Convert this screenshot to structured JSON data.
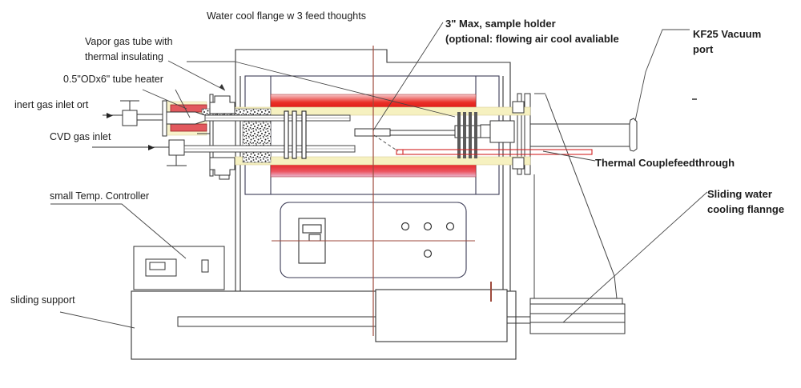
{
  "labels": {
    "water_cool_flange": "Water cool flange w 3 feed thoughts",
    "vapor_gas_tube": "Vapor gas tube with\nthermal insulating",
    "tube_heater": "0.5\"ODx6\" tube heater",
    "inert_gas_inlet": "inert gas inlet ort",
    "cvd_gas_inlet": "CVD gas inlet",
    "temp_controller": "small Temp. Controller",
    "sliding_support": "sliding support",
    "sample_holder": "3\" Max, sample holder\n(optional: flowing air cool avaliable",
    "kf25_port": "KF25 Vacuum\nport",
    "thermocouple": "Thermal Couplefeedthrough",
    "sliding_water_flange": "Sliding water\ncooling flannge"
  },
  "colors": {
    "line_dark": "#333333",
    "heater_red": "#e81e1e",
    "heater_pink": "#f3b9bd",
    "mini_heater_pink": "#e2595e",
    "tube_yellow": "#f6f1c0",
    "centerline_brown": "#9e4a3c",
    "thermocouple_red": "#d22222"
  }
}
